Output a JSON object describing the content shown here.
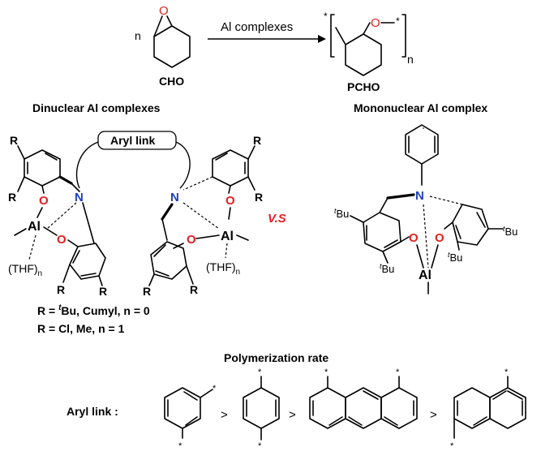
{
  "reaction": {
    "reactant_label": "CHO",
    "reactant_n": "n",
    "reactant_O": "O",
    "arrow_label": "Al complexes",
    "product_label": "PCHO",
    "product_O": "O",
    "product_n": "n",
    "star": "*"
  },
  "dinuclear": {
    "title": "Dinuclear Al complexes",
    "linker_box": "Aryl link",
    "atoms": {
      "R": "R",
      "O": "O",
      "N": "N",
      "Al": "Al",
      "THF": "(THF)",
      "THF_sub": "n"
    },
    "r_def_1_pre": "R = ",
    "r_def_1_sup": "t",
    "r_def_1_post": "Bu, Cumyl, n = 0",
    "r_def_2": "R = Cl, Me, n = 1"
  },
  "vs_label": "V.S",
  "mononuclear": {
    "title": "Mononuclear Al complex",
    "atoms": {
      "N": "N",
      "O": "O",
      "Al": "Al",
      "tBu_sup": "t",
      "tBu": "Bu"
    }
  },
  "rate": {
    "title": "Polymerization rate",
    "row_label": "Aryl link :",
    "order": [
      "meta-phenylene",
      "para-phenylene",
      "1,8-anthracenylene",
      "1,5-naphthylene"
    ],
    "separator": ">",
    "star": "*"
  },
  "colors": {
    "nitrogen": "#1f3fbf",
    "oxygen": "#e02020",
    "vs": "#e02020"
  }
}
